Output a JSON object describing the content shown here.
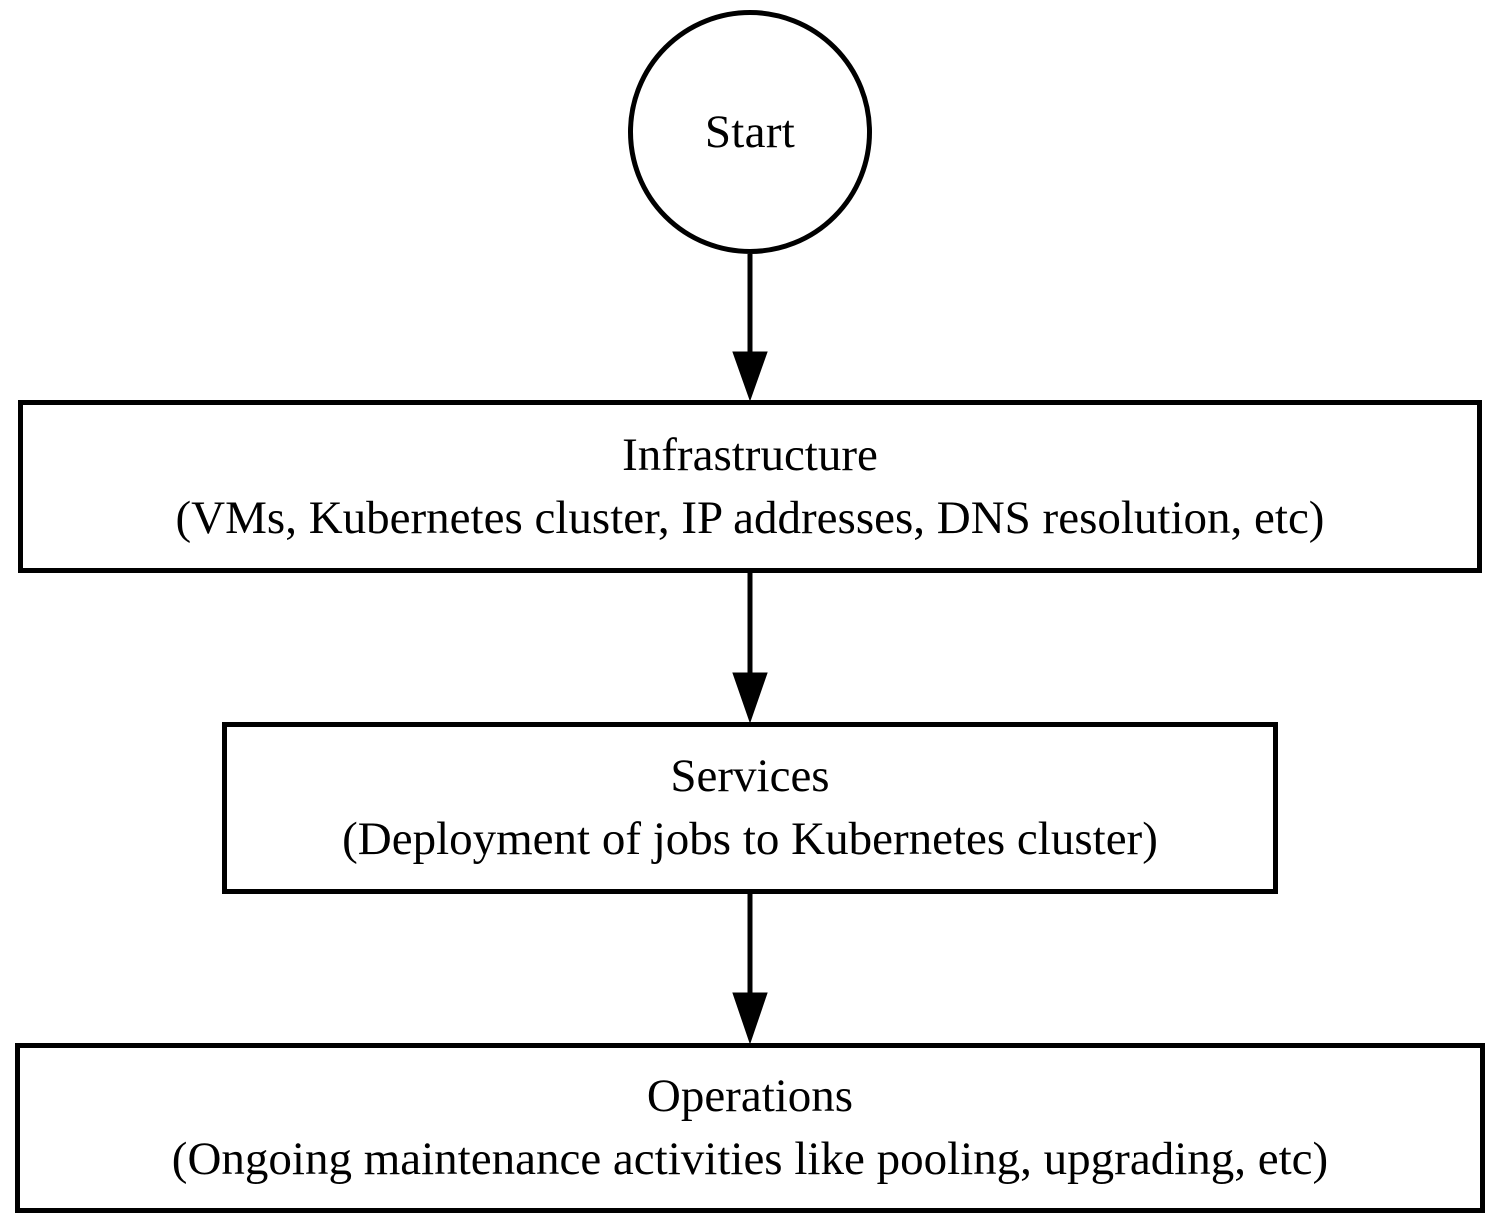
{
  "diagram": {
    "type": "flowchart",
    "orientation": "top-to-bottom",
    "background_color": "#ffffff",
    "stroke_color": "#000000",
    "text_color": "#000000",
    "nodes": [
      {
        "id": "start",
        "shape": "circle",
        "title": "Start",
        "subtitle": ""
      },
      {
        "id": "infrastructure",
        "shape": "rectangle",
        "title": "Infrastructure",
        "subtitle": "(VMs, Kubernetes cluster, IP addresses, DNS resolution, etc)"
      },
      {
        "id": "services",
        "shape": "rectangle",
        "title": "Services",
        "subtitle": "(Deployment of jobs to Kubernetes cluster)"
      },
      {
        "id": "operations",
        "shape": "rectangle",
        "title": "Operations",
        "subtitle": "(Ongoing maintenance activities like pooling, upgrading, etc)"
      }
    ],
    "edges": [
      {
        "id": "edge-start-infrastructure",
        "from": "start",
        "to": "infrastructure",
        "label": "",
        "arrowhead": "solid-triangle"
      },
      {
        "id": "edge-infrastructure-services",
        "from": "infrastructure",
        "to": "services",
        "label": "",
        "arrowhead": "solid-triangle"
      },
      {
        "id": "edge-services-operations",
        "from": "services",
        "to": "operations",
        "label": "",
        "arrowhead": "solid-triangle"
      }
    ]
  }
}
